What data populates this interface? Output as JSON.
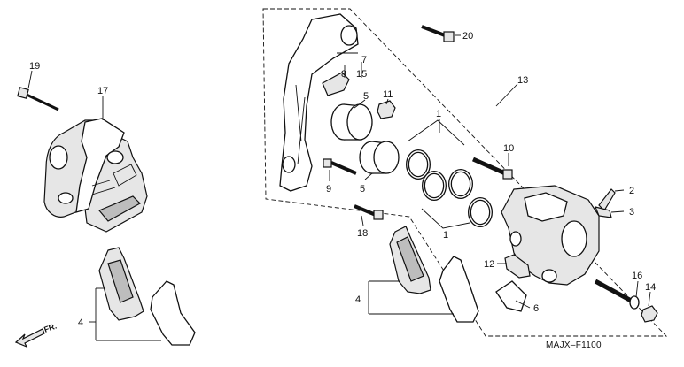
{
  "diagram": {
    "code": "MAJX–F1100",
    "arrow_label": "FR.",
    "callouts": {
      "c1a": "1",
      "c1b": "1",
      "c2": "2",
      "c3": "3",
      "c4a": "4",
      "c4b": "4",
      "c5a": "5",
      "c5b": "5",
      "c6": "6",
      "c7": "7",
      "c8": "8",
      "c9": "9",
      "c10": "10",
      "c11": "11",
      "c12": "12",
      "c13": "13",
      "c14": "14",
      "c15": "15",
      "c16": "16",
      "c17": "17",
      "c18": "18",
      "c19": "19",
      "c20": "20"
    }
  }
}
